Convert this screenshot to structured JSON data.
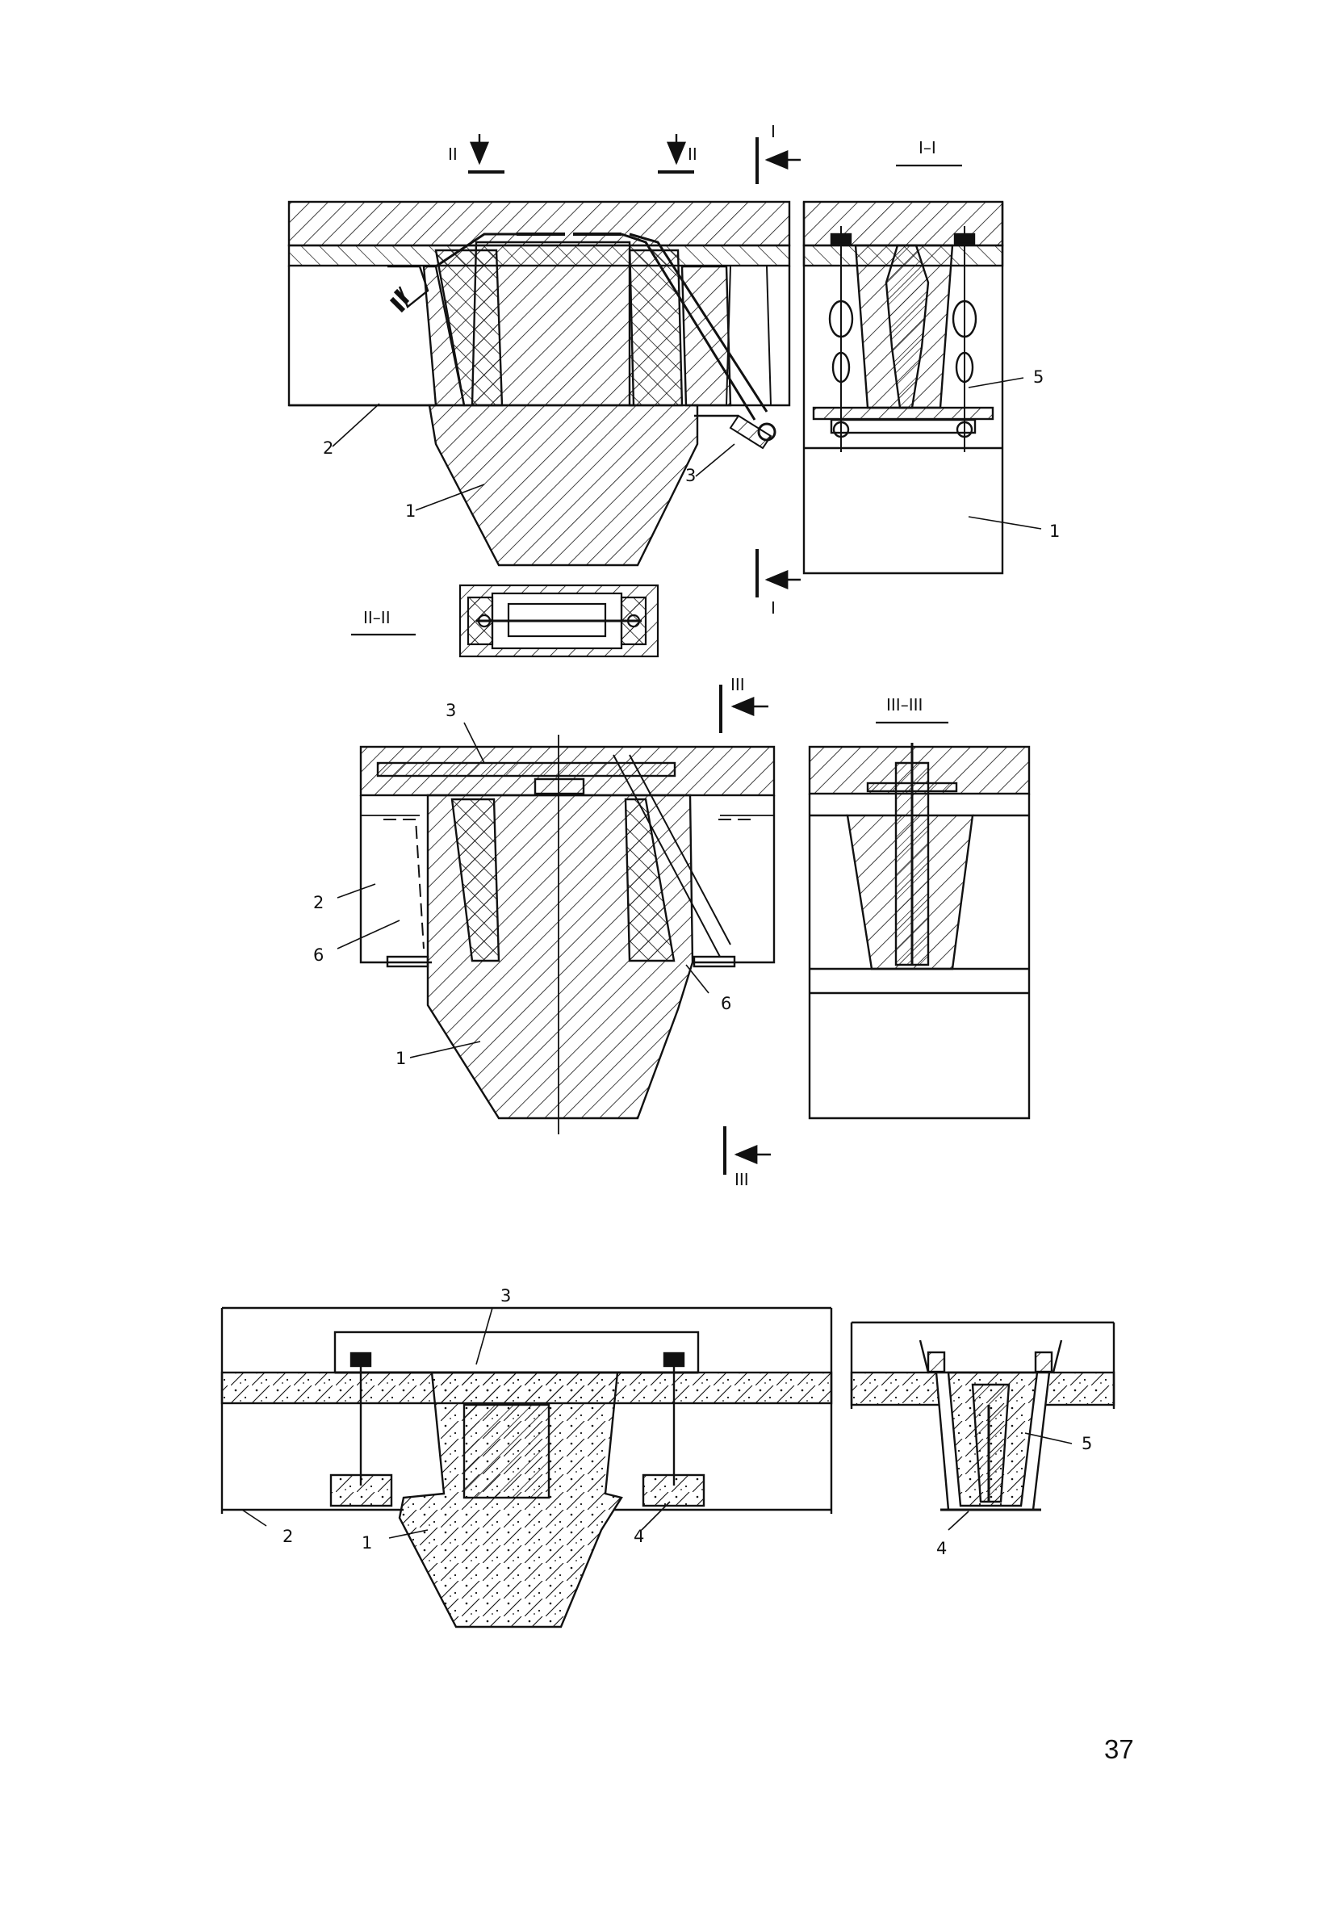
{
  "page_number": "37",
  "callouts": {
    "fig1_c2": "2",
    "fig1_c1": "1",
    "fig1_c3": "3",
    "figI_c5": "5",
    "figI_c1": "1",
    "fig2_c3": "3",
    "fig2_c2": "2",
    "fig2_c6a": "6",
    "fig2_c6b": "6",
    "fig2_c1": "1",
    "fig3_c3": "3",
    "fig3_c2": "2",
    "fig3_c1": "1",
    "fig3_c4": "4",
    "fig3r_c5": "5",
    "fig3r_c4": "4"
  },
  "section_marks": {
    "II_left": "II",
    "II_right": "II",
    "I_top": "I",
    "I_bottom": "I",
    "I_I": "I–I",
    "II_II": "II–II",
    "III_top": "III",
    "III_bottom": "III",
    "III_III": "III–III"
  },
  "colors": {
    "ink": "#111111",
    "paper": "#ffffff"
  }
}
